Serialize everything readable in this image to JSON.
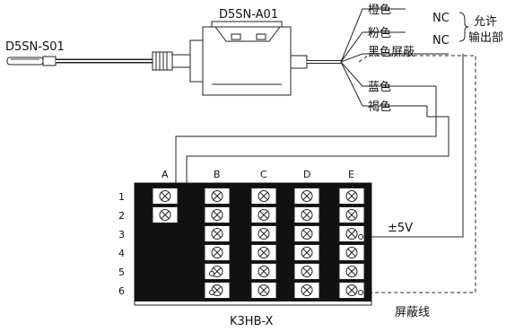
{
  "sensor_label": "D5SN-S01",
  "amplifier_label": "D5SN-A01",
  "controller_label": "K3HB-X",
  "wires": {
    "orange": "橙色",
    "pink": "粉色",
    "black_shield": "黑色屏蔽",
    "blue": "蓝色",
    "brown": "褐色"
  },
  "nc_labels": [
    "NC",
    "NC"
  ],
  "allow_output_label": [
    "允许",
    "输出部"
  ],
  "supply_label": "±5V",
  "shield_label": "屏蔽线",
  "columns": [
    "A",
    "B",
    "C",
    "D",
    "E"
  ],
  "rows": [
    "1",
    "2",
    "3",
    "4",
    "5",
    "6"
  ],
  "colors": {
    "line": "#222222",
    "terminal_block": "#111111",
    "terminal": "#ffffff"
  }
}
